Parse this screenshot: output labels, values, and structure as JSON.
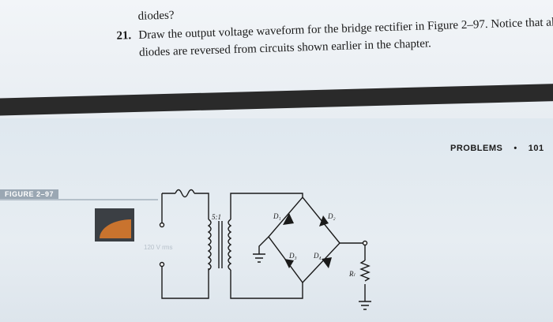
{
  "page": {
    "top_text": {
      "prev_item": "diodes?",
      "problem_number": "21.",
      "problem_line1": "Draw the output voltage waveform for the bridge rectifier in Figure 2–97. Notice that all the",
      "problem_line2": "diodes are reversed from circuits shown earlier in the chapter."
    },
    "running_head": {
      "section": "PROBLEMS",
      "bullet": "•",
      "page_number": "101"
    },
    "figure": {
      "label": "FIGURE 2–97",
      "ratio": "5:1",
      "source": "120 V rms",
      "d1": "D₁",
      "d2": "D₂",
      "d3": "D₃",
      "d4": "D₄",
      "load": "Rₗ"
    }
  }
}
